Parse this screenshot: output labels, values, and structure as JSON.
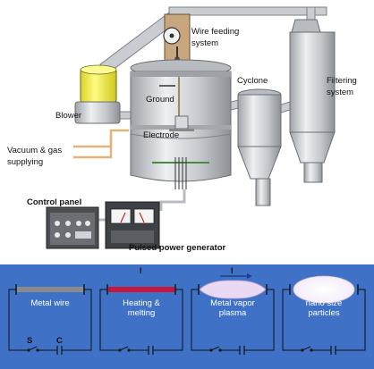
{
  "upper_labels": {
    "wire_feeding": [
      "Wire feeding",
      "system"
    ],
    "blower": "Blower",
    "ground": "Ground",
    "electrode": "Electrode",
    "cyclone": "Cyclone",
    "filtering": [
      "Filtering",
      "system"
    ],
    "vacuum": [
      "Vacuum & gas",
      "supplying"
    ],
    "control_panel": "Control panel",
    "pulsed_power": "Pulsed power generator"
  },
  "stages": [
    {
      "lines": [
        "Metal wire"
      ]
    },
    {
      "lines": [
        "Heating &",
        "melting"
      ],
      "current": "I"
    },
    {
      "lines": [
        "Metal vapor",
        "plasma"
      ],
      "current": "I"
    },
    {
      "lines": [
        "nano size",
        "particles"
      ]
    }
  ],
  "switch_label": "S",
  "capacitor_label": "C",
  "colors": {
    "panel_blue": "#3f72c6",
    "wire_gray": "#8a8a8a",
    "wire_hot": "#c8163a",
    "plasma": "#e9d9f2",
    "blower_yellow": "#f5f04a",
    "steel": "#c9ccd0"
  }
}
